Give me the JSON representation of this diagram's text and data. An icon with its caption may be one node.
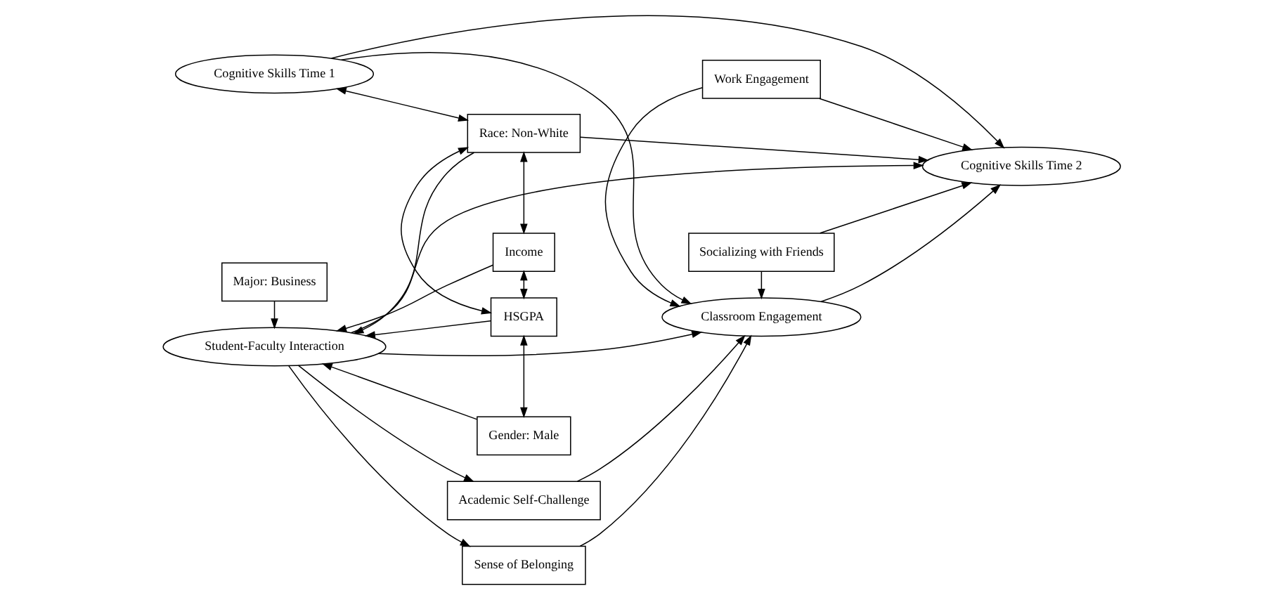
{
  "diagram": {
    "nodes": [
      {
        "text": [
          "Cognitive Skills Time 1"
        ]
      },
      {
        "text": [
          "Socializing with Friends"
        ]
      },
      {
        "text": [
          "Race: Non-White"
        ]
      },
      {
        "text": [
          "Income"
        ]
      },
      {
        "text": [
          "Academic Self-Challenge"
        ]
      },
      {
        "text": [
          "Cognitive Skills Time 2"
        ]
      },
      {
        "text": [
          "HSGPA"
        ]
      },
      {
        "text": [
          "Student-Faculty Interaction"
        ]
      },
      {
        "text": [
          "Classroom Engagement"
        ]
      },
      {
        "text": [
          "Sense of Belonging"
        ]
      },
      {
        "text": [
          "Gender: Male"
        ]
      },
      {
        "text": [
          "Major: Business"
        ]
      },
      {
        "text": [
          "Work Engagement"
        ]
      }
    ],
    "edges": [
      {
        "from": 0,
        "to": 2,
        "arrow": "both"
      },
      {
        "from": 2,
        "to": 3,
        "arrow": "both"
      },
      {
        "from": 2,
        "to": 6,
        "arrow": "both"
      },
      {
        "from": 3,
        "to": 6,
        "arrow": "both"
      },
      {
        "from": 6,
        "to": 10,
        "arrow": "both"
      },
      {
        "from": 2,
        "to": 7,
        "arrow": "to"
      },
      {
        "from": 3,
        "to": 7,
        "arrow": "to"
      },
      {
        "from": 6,
        "to": 7,
        "arrow": "to"
      },
      {
        "from": 10,
        "to": 7,
        "arrow": "to"
      },
      {
        "from": 11,
        "to": 7,
        "arrow": "to"
      },
      {
        "from": 7,
        "to": 4,
        "arrow": "to"
      },
      {
        "from": 7,
        "to": 8,
        "arrow": "to"
      },
      {
        "from": 7,
        "to": 9,
        "arrow": "to"
      },
      {
        "from": 7,
        "to": 5,
        "arrow": "to"
      },
      {
        "from": 2,
        "to": 5,
        "arrow": "to"
      },
      {
        "from": 0,
        "to": 5,
        "arrow": "to"
      },
      {
        "from": 0,
        "to": 8,
        "arrow": "to"
      },
      {
        "from": 4,
        "to": 8,
        "arrow": "to"
      },
      {
        "from": 9,
        "to": 8,
        "arrow": "to"
      },
      {
        "from": 1,
        "to": 8,
        "arrow": "to"
      },
      {
        "from": 1,
        "to": 5,
        "arrow": "to"
      },
      {
        "from": 8,
        "to": 5,
        "arrow": "to"
      },
      {
        "from": 12,
        "to": 8,
        "arrow": "to"
      },
      {
        "from": 12,
        "to": 5,
        "arrow": "to"
      }
    ]
  }
}
